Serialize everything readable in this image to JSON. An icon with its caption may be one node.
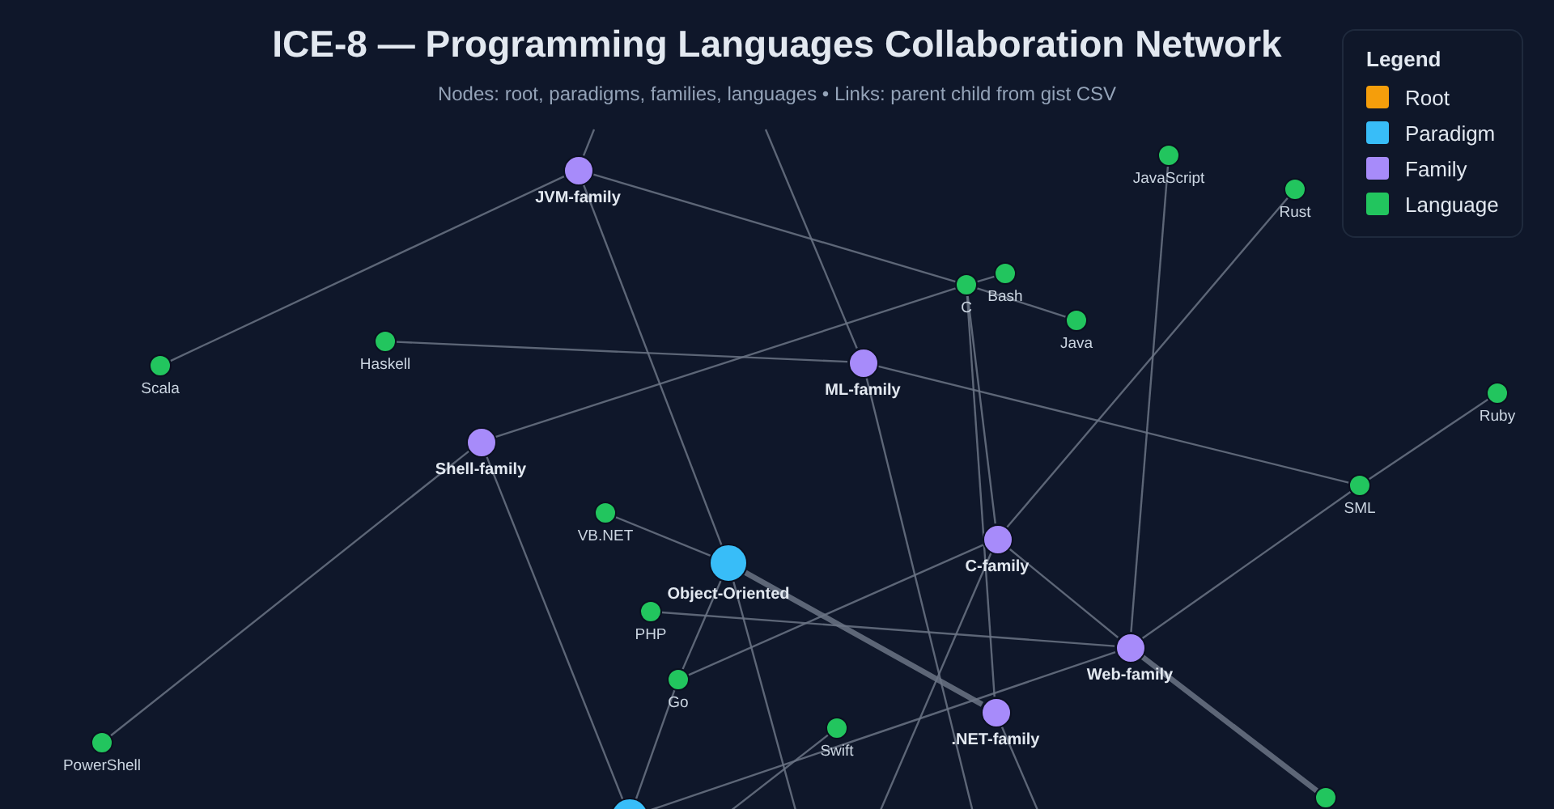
{
  "diagram": {
    "title": "ICE-8 — Programming Languages Collaboration Network",
    "caption": "Nodes: root, paradigms, families, languages • Links: parent child from gist CSV",
    "nodes": [
      {
        "text": [
          "JVM-family"
        ]
      },
      {
        "text": [
          "JavaScript"
        ]
      },
      {
        "text": [
          "Rust"
        ]
      },
      {
        "text": [
          "Bash"
        ]
      },
      {
        "text": [
          "C"
        ]
      },
      {
        "text": [
          "Java"
        ]
      },
      {
        "text": [
          "Haskell"
        ]
      },
      {
        "text": [
          "ML-family"
        ]
      },
      {
        "text": [
          "Scala"
        ]
      },
      {
        "text": [
          "Ruby"
        ]
      },
      {
        "text": [
          "Shell-family"
        ]
      },
      {
        "text": [
          "SML"
        ]
      },
      {
        "text": [
          "VB.NET"
        ]
      },
      {
        "text": [
          "C-family"
        ]
      },
      {
        "text": [
          "Object-Oriented"
        ]
      },
      {
        "text": [
          "PHP"
        ]
      },
      {
        "text": [
          "Web-family"
        ]
      },
      {
        "text": [
          "Go"
        ]
      },
      {
        "text": [
          ".NET-family"
        ]
      },
      {
        "text": [
          "Swift"
        ]
      },
      {
        "text": [
          "PowerShell"
        ]
      },
      {
        "text": [],
        "shape": "circle"
      },
      {
        "text": [],
        "shape": "circle"
      }
    ],
    "edges": [
      {
        "from": 0,
        "to": 8,
        "arrow": "none"
      },
      {
        "from": null,
        "to": 0,
        "arrow": "none"
      },
      {
        "from": 0,
        "to": 4,
        "arrow": "none"
      },
      {
        "from": 0,
        "to": 14,
        "arrow": "none"
      },
      {
        "from": null,
        "to": 7,
        "arrow": "none"
      },
      {
        "from": 7,
        "to": 6,
        "arrow": "none"
      },
      {
        "from": 7,
        "to": 11,
        "arrow": "none"
      },
      {
        "from": 7,
        "to": null,
        "arrow": "none"
      },
      {
        "from": 10,
        "to": 4,
        "arrow": "none"
      },
      {
        "from": 10,
        "to": 20,
        "arrow": "none"
      },
      {
        "from": 22,
        "to": 10,
        "arrow": "none"
      },
      {
        "from": 13,
        "to": 4,
        "arrow": "none"
      },
      {
        "from": 18,
        "to": 4,
        "arrow": "none"
      },
      {
        "from": 13,
        "to": 2,
        "arrow": "none"
      },
      {
        "from": 13,
        "to": 17,
        "arrow": "none"
      },
      {
        "from": 13,
        "to": null,
        "arrow": "none"
      },
      {
        "from": 13,
        "to": 16,
        "arrow": "none"
      },
      {
        "from": 16,
        "to": 1,
        "arrow": "none"
      },
      {
        "from": 16,
        "to": 11,
        "arrow": "none"
      },
      {
        "from": 16,
        "to": 15,
        "arrow": "none"
      },
      {
        "from": 16,
        "to": 21,
        "arrow": "none",
        "style": "thick"
      },
      {
        "from": 22,
        "to": 16,
        "arrow": "none"
      },
      {
        "from": 14,
        "to": 12,
        "arrow": "none"
      },
      {
        "from": 14,
        "to": 18,
        "arrow": "none",
        "style": "thick"
      },
      {
        "from": 14,
        "to": 17,
        "arrow": "none"
      },
      {
        "from": 22,
        "to": 17,
        "arrow": "none"
      },
      {
        "from": 14,
        "to": null,
        "arrow": "none"
      },
      {
        "from": 18,
        "to": null,
        "arrow": "none"
      },
      {
        "from": 19,
        "to": null,
        "arrow": "none"
      },
      {
        "from": 4,
        "to": 5,
        "arrow": "none"
      },
      {
        "from": 4,
        "to": 3,
        "arrow": "none"
      },
      {
        "from": 11,
        "to": 9,
        "arrow": "none"
      }
    ],
    "labels": [
      "Legend"
    ],
    "legend": [
      {
        "text": "Root",
        "color": "#f59e0b"
      },
      {
        "text": "Paradigm",
        "color": "#38bdf8"
      },
      {
        "text": "Family",
        "color": "#a78bfa"
      },
      {
        "text": "Language",
        "color": "#22c55e"
      }
    ]
  }
}
